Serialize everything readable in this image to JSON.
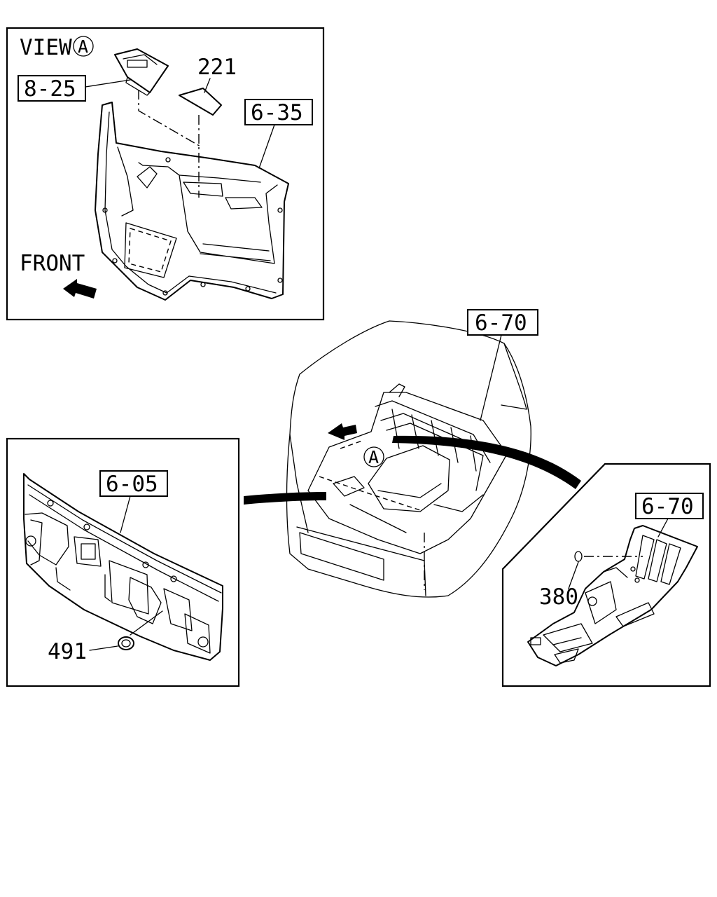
{
  "view_label": "VIEW",
  "view_marker": "A",
  "front_label": "FRONT",
  "callouts": {
    "door_trim_ref": "6-35",
    "switch_ref": "8-25",
    "cover_part": "221",
    "floor_ref_main": "6-70",
    "floor_marker": "A",
    "dash_panel_ref": "6-05",
    "grommet_part": "491",
    "floor_ref_detail": "6-70",
    "plug_part": "380"
  }
}
